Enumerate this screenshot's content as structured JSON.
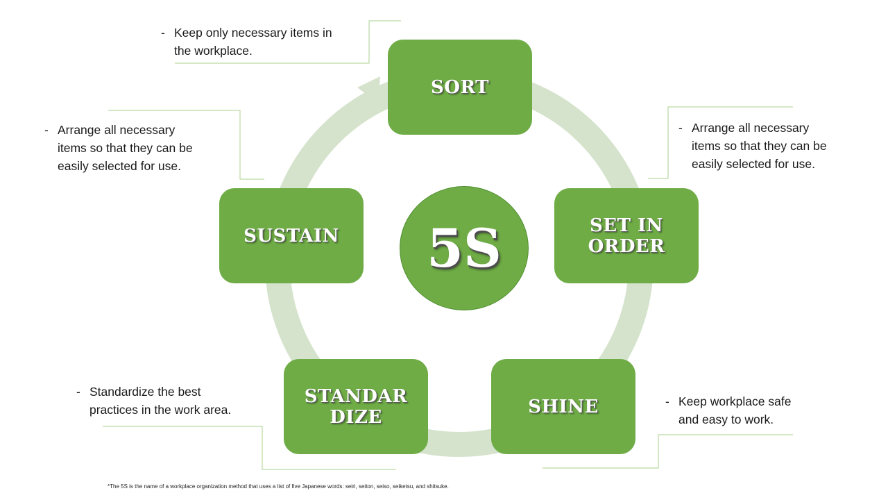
{
  "colors": {
    "box_green": "#6fac46",
    "ring_green": "#d5e3cc",
    "connector_green": "#a9d08e"
  },
  "center": {
    "label": "5S"
  },
  "steps": [
    {
      "label_lines": [
        "SORT"
      ],
      "note_lines": [
        "Keep only necessary items in",
        "the workplace."
      ]
    },
    {
      "label_lines": [
        "SET IN",
        "ORDER"
      ],
      "note_lines": [
        "Arrange all necessary",
        "items so that they can be",
        "easily selected for use."
      ]
    },
    {
      "label_lines": [
        "SHINE"
      ],
      "note_lines": [
        "Keep workplace safe",
        "and easy to work."
      ]
    },
    {
      "label_lines": [
        "STANDAR",
        "DIZE"
      ],
      "note_lines": [
        "Standardize the best",
        "practices in the work area."
      ]
    },
    {
      "label_lines": [
        "SUSTAIN"
      ],
      "note_lines": [
        "Arrange all necessary",
        "items so that they can be",
        "easily selected for use."
      ]
    }
  ],
  "note_dash": "-",
  "footnote": "*The 5S is the name of a workplace organization method that uses a list of five Japanese words: seiri, seiton, seiso, seiketsu, and shitsuke."
}
